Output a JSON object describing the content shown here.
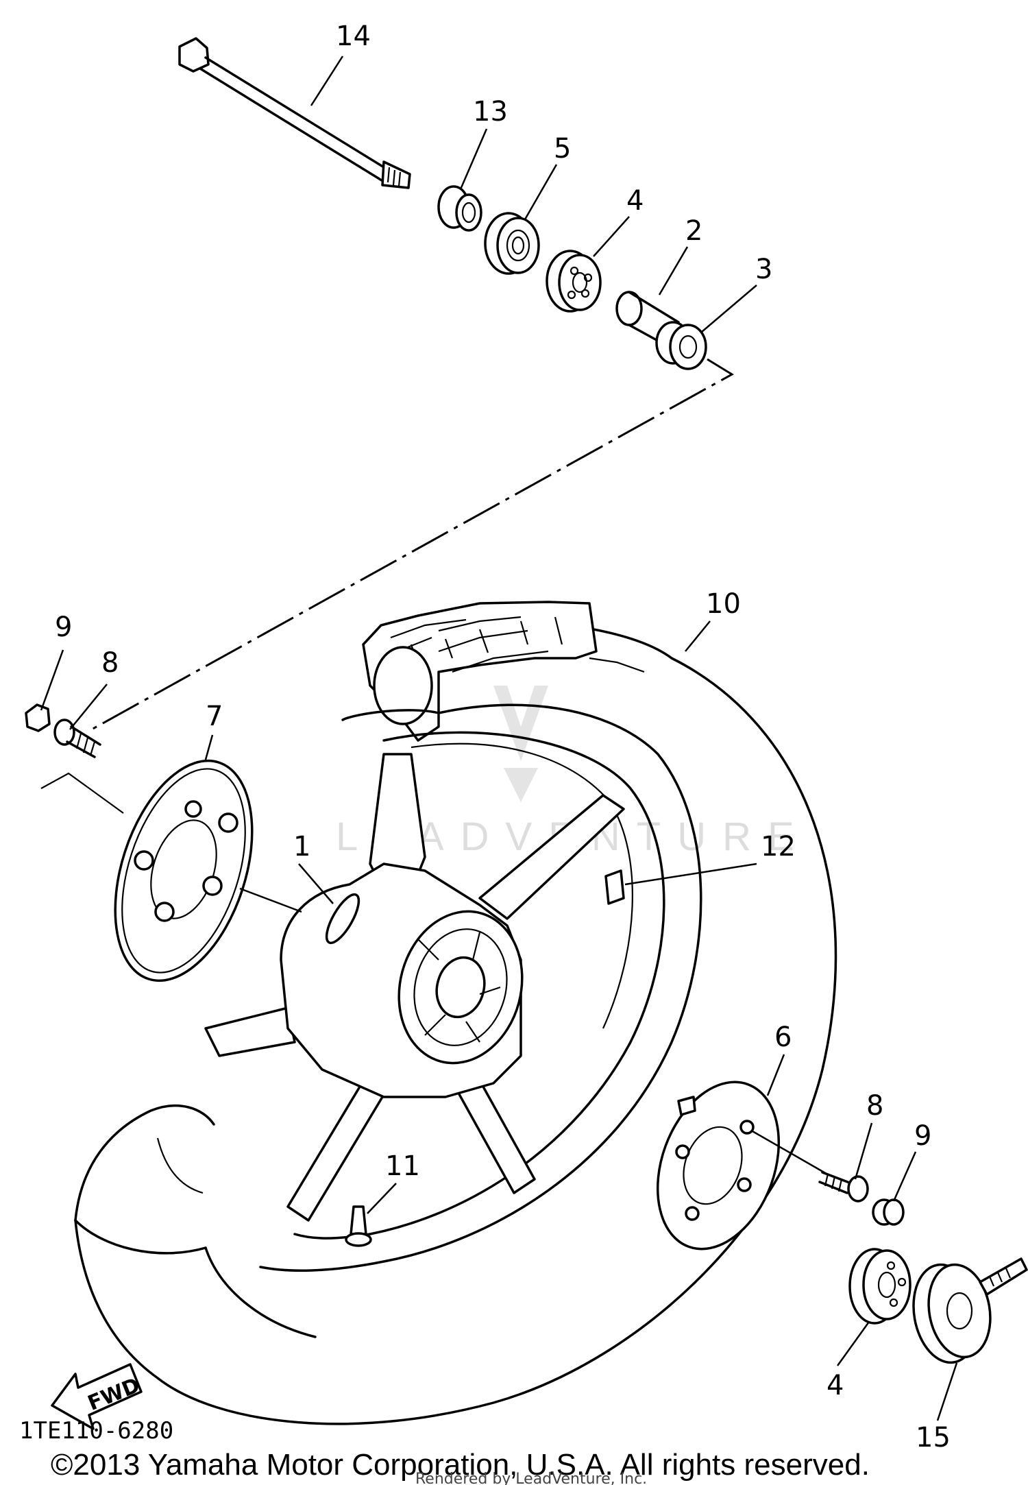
{
  "diagram": {
    "callouts": [
      {
        "id": "c14",
        "label": "14"
      },
      {
        "id": "c13",
        "label": "13"
      },
      {
        "id": "c5",
        "label": "5"
      },
      {
        "id": "c4a",
        "label": "4"
      },
      {
        "id": "c2",
        "label": "2"
      },
      {
        "id": "c3",
        "label": "3"
      },
      {
        "id": "c10",
        "label": "10"
      },
      {
        "id": "c9a",
        "label": "9"
      },
      {
        "id": "c8a",
        "label": "8"
      },
      {
        "id": "c7",
        "label": "7"
      },
      {
        "id": "c12",
        "label": "12"
      },
      {
        "id": "c1",
        "label": "1"
      },
      {
        "id": "c6",
        "label": "6"
      },
      {
        "id": "c8b",
        "label": "8"
      },
      {
        "id": "c9b",
        "label": "9"
      },
      {
        "id": "c11",
        "label": "11"
      },
      {
        "id": "c4b",
        "label": "4"
      },
      {
        "id": "c15",
        "label": "15"
      }
    ],
    "fwd_label": "FWD",
    "ref_code": "1TE110-6280",
    "watermark": "LEADVENTURE"
  },
  "footer": {
    "copyright": "©2013 Yamaha Motor Corporation, U.S.A. All rights reserved.",
    "rendered_by": "Rendered by LeadVenture, Inc."
  }
}
